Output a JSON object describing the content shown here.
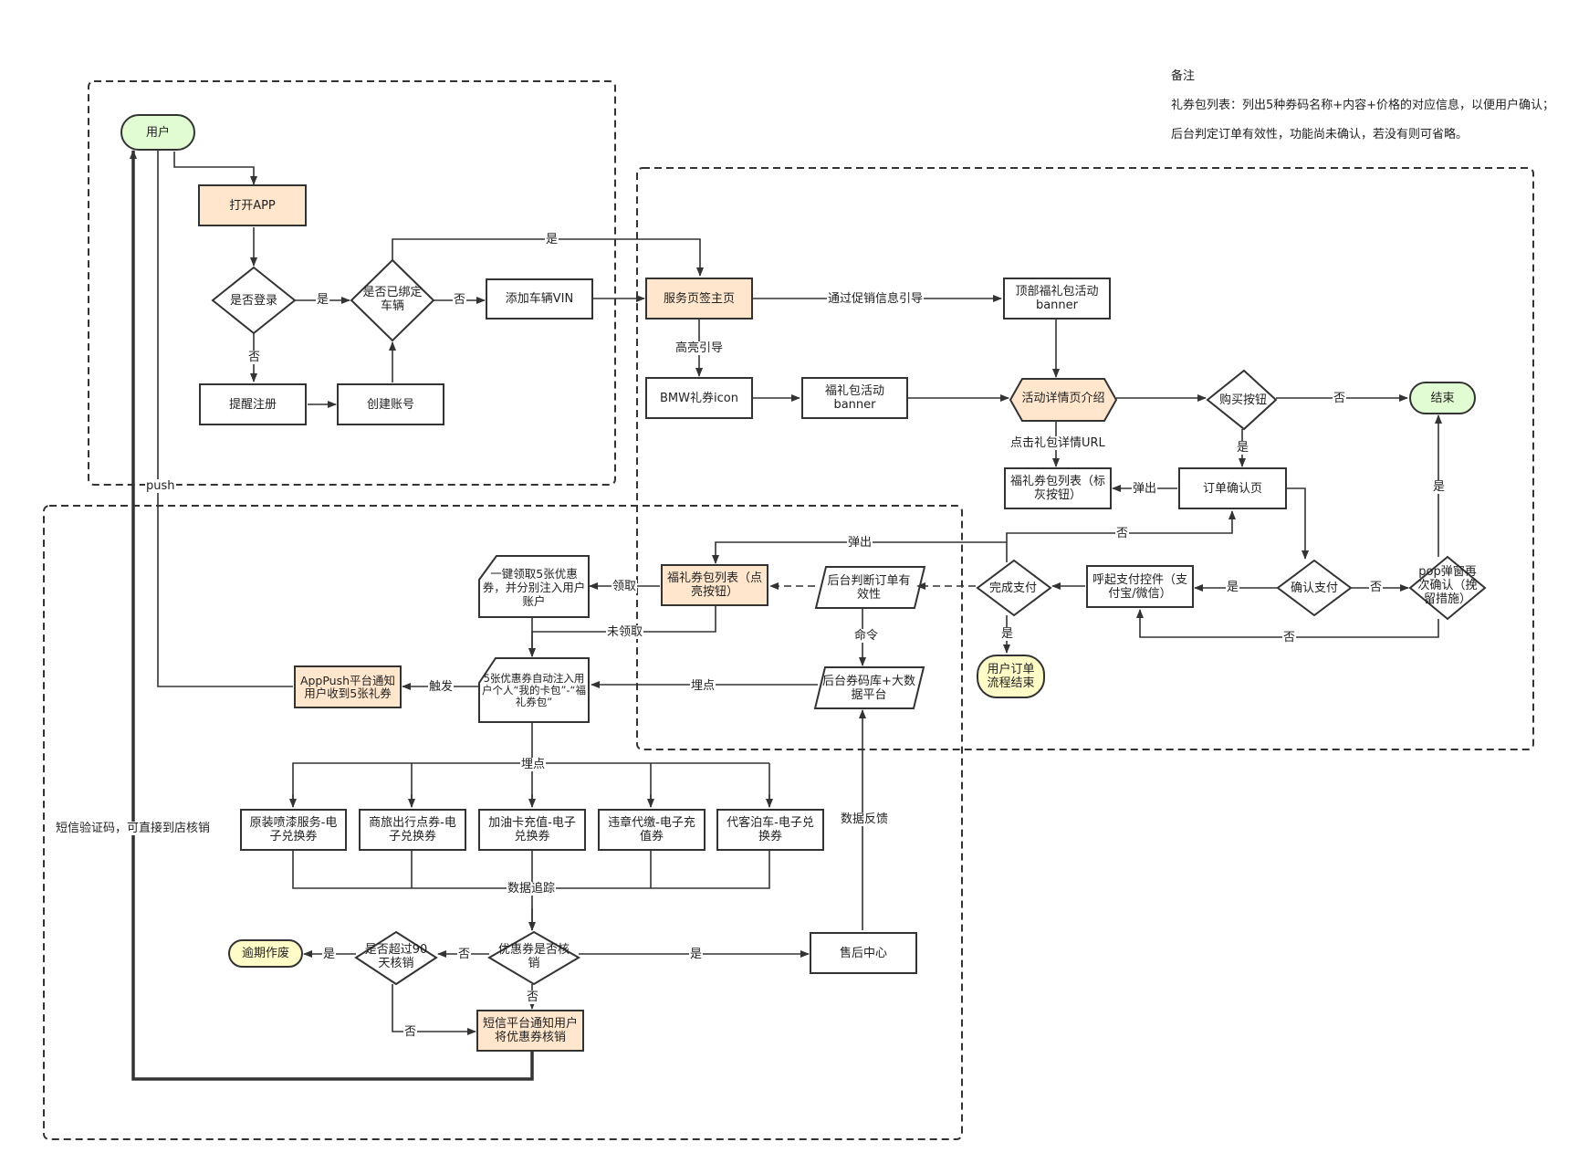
{
  "notes": {
    "title": "备注",
    "line1": "礼券包列表：列出5种券码名称+内容+价格的对应信息，以便用户确认；",
    "line2": "后台判定订单有效性，功能尚未确认，若没有则可省略。"
  },
  "nodes": {
    "user": "用户",
    "open_app": "打开APP",
    "is_logged_in": "是否登录",
    "is_bound": "是否已绑定车辆",
    "add_vin": "添加车辆VIN",
    "remind_register": "提醒注册",
    "create_account": "创建账号",
    "service_home": "服务页签主页",
    "top_banner": "顶部福礼包活动banner",
    "bmw_icon": "BMW礼券icon",
    "gift_banner": "福礼包活动banner",
    "activity_detail": "活动详情页介绍",
    "buy_button": "购买按钮",
    "end": "结束",
    "gift_list_gray": "福礼券包列表（标灰按钮）",
    "order_confirm": "订单确认页",
    "confirm_pay": "确认支付",
    "pop_retain": "pop弹窗再次确认（挽留措施）",
    "invoke_pay": "呼起支付控件（支付宝/微信）",
    "complete_pay": "完成支付",
    "order_end": "用户订单流程结束",
    "backend_judge": "后台判断订单有效性",
    "gift_list_lit": "福礼券包列表（点亮按钮）",
    "one_click": "一键领取5张优惠券，并分别注入用户账户",
    "auto_inject": "5张优惠券自动注入用户个人“我的卡包”-“福礼券包”",
    "apppush": "AppPush平台通知用户收到5张礼券",
    "code_db": "后台券码库+大数据平台",
    "coupon1": "原装喷漆服务-电子兑换券",
    "coupon2": "商旅出行点券-电子兑换券",
    "coupon3": "加油卡充值-电子兑换券",
    "coupon4": "违章代缴-电子充值券",
    "coupon5": "代客泊车-电子兑换券",
    "is_verified": "优惠券是否核销",
    "over90": "是否超过90天核销",
    "expired": "逾期作废",
    "after_sale": "售后中心",
    "sms_notify": "短信平台通知用户将优惠券核销"
  },
  "edge_labels": {
    "yes1": "是",
    "yes_top": "是",
    "no1": "否",
    "no2": "否",
    "guide_promo": "通过促销信息引导",
    "highlight": "高亮引导",
    "click_url": "点击礼包详情URL",
    "no_buy": "否",
    "yes_buy": "是",
    "popup1": "弹出",
    "no_complete": "否",
    "popup2": "弹出",
    "yes_pay": "是",
    "no_pay": "否",
    "yes_pop": "是",
    "no_pop": "否",
    "yes_complete": "是",
    "claim": "领取",
    "not_claim": "未领取",
    "command": "命令",
    "track1": "埋点",
    "track2": "埋点",
    "trigger": "触发",
    "push": "push",
    "sms_code": "短信验证码，可直接到店核销",
    "data_track": "数据追踪",
    "data_feedback": "数据反馈",
    "yes_aftersale": "是",
    "no_verify": "否",
    "yes_expire": "是",
    "no_over": "否",
    "no_sms": "否"
  },
  "colors": {
    "orange": "#ffe6cc",
    "green": "#e1fcd2",
    "yellow": "#fffcc8",
    "stroke": "#333333"
  }
}
